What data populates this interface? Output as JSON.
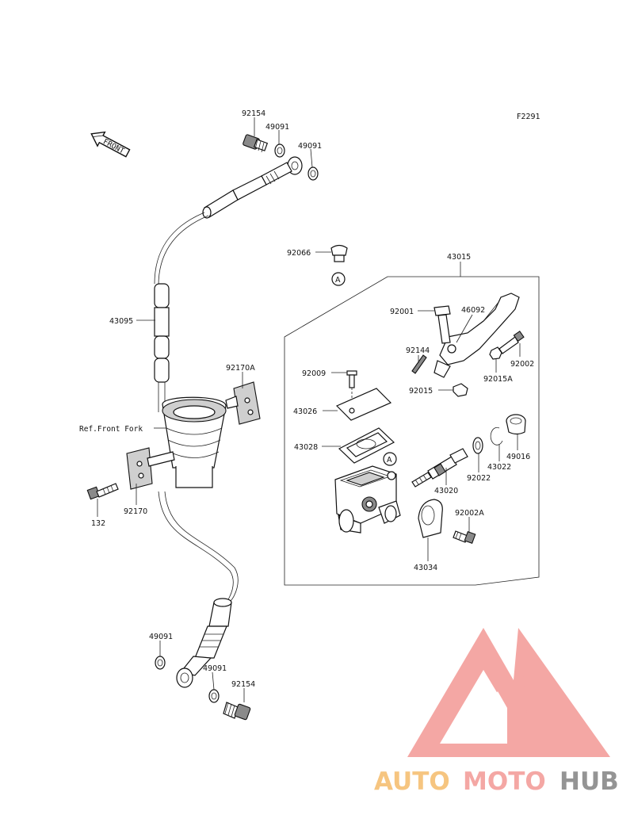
{
  "diagram_code": "F2291",
  "front_label": "FRONT",
  "ref_label": "Ref.Front Fork",
  "circle_marker": "A",
  "parts": {
    "p92154_top": "92154",
    "p49091_a": "49091",
    "p49091_b": "49091",
    "p43095": "43095",
    "p92170A": "92170A",
    "p92170": "92170",
    "p132": "132",
    "p49091_c": "49091",
    "p49091_d": "49091",
    "p92154_bottom": "92154",
    "p92066": "92066",
    "p43015": "43015",
    "p92001": "92001",
    "p46092": "46092",
    "p92144": "92144",
    "p92002": "92002",
    "p92009": "92009",
    "p92015": "92015",
    "p92015A": "92015A",
    "p43026": "43026",
    "p43028": "43028",
    "p49016": "49016",
    "p43022": "43022",
    "p92022": "92022",
    "p43020": "43020",
    "p92002A": "92002A",
    "p43034": "43034"
  },
  "watermark": {
    "auto": "AUTO",
    "moto": "MOTO",
    "hub": "HUB",
    "color_red": "#f4a3a0",
    "color_orange": "#f6c27a",
    "color_gray": "#8f8f8f"
  }
}
